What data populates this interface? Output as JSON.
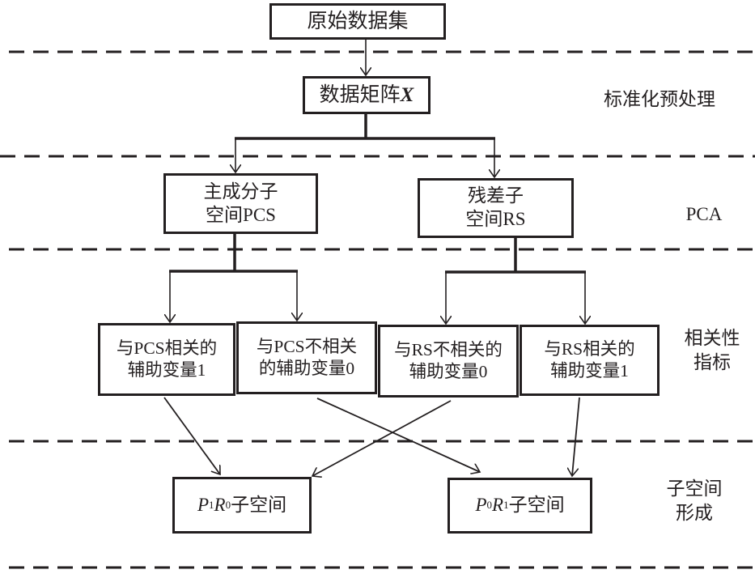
{
  "nodes": {
    "raw_data": "原始数据集",
    "matrix_prefix": "数据矩阵",
    "matrix_var": "X",
    "pcs_line1": "主成分子",
    "pcs_line2": "空间PCS",
    "rs_line1": "残差子",
    "rs_line2": "空间RS",
    "pcs_related_line1": "与PCS相关的",
    "pcs_related_line2": "辅助变量1",
    "pcs_unrelated_line1": "与PCS不相关",
    "pcs_unrelated_line2": "的辅助变量0",
    "rs_unrelated_line1": "与RS不相关的",
    "rs_unrelated_line2": "辅助变量0",
    "rs_related_line1": "与RS相关的",
    "rs_related_line2": "辅助变量1",
    "p1r0": {
      "p": "P",
      "p_sub": "1",
      "r": "R",
      "r_sub": "0",
      "suffix": "子空间"
    },
    "p0r1": {
      "p": "P",
      "p_sub": "0",
      "r": "R",
      "r_sub": "1",
      "suffix": "子空间"
    }
  },
  "stages": {
    "preprocess": "标准化预处理",
    "pca": "PCA",
    "correlation_line1": "相关性",
    "correlation_line2": "指标",
    "subspace_line1": "子空间",
    "subspace_line2": "形成"
  },
  "colors": {
    "ink": "#231f20",
    "background": "#ffffff"
  }
}
